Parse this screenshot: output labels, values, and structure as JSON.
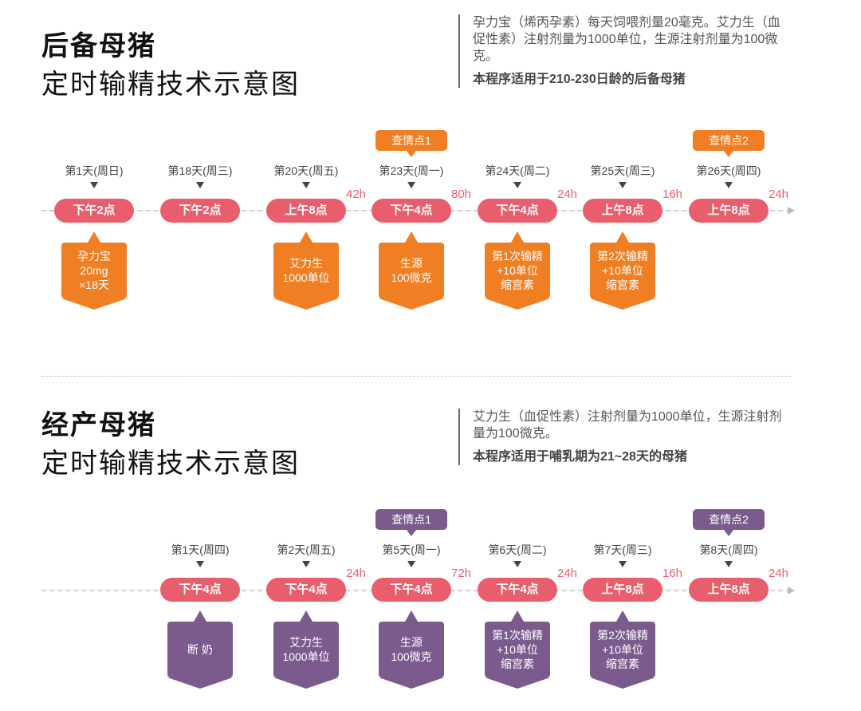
{
  "colors": {
    "pill": "#e95e6c",
    "gilt_accent": "#f07f24",
    "sow_accent": "#7b5b8e",
    "gap_text": "#e95e6c"
  },
  "gilt": {
    "title_main": "后备母猪",
    "title_sub": "定时输精技术示意图",
    "note_desc": "孕力宝（烯丙孕素）每天饲喂剂量20毫克。艾力生（血促性素）注射剂量为1000单位，生源注射剂量为100微克。",
    "note_scope": "本程序适用于210-230日龄的后备母猪",
    "columns": [
      {
        "day": "第1天(周日)",
        "time": "下午2点",
        "tag": "",
        "box": "孕力宝\n20mg\n×18天"
      },
      {
        "day": "第18天(周三)",
        "time": "下午2点",
        "tag": "",
        "box": ""
      },
      {
        "day": "第20天(周五)",
        "time": "上午8点",
        "tag": "",
        "box": "艾力生\n1000单位"
      },
      {
        "day": "第23天(周一)",
        "time": "下午4点",
        "tag": "查情点1",
        "box": "生源\n100微克"
      },
      {
        "day": "第24天(周二)",
        "time": "下午4点",
        "tag": "",
        "box": "第1次输精\n+10单位\n缩宫素"
      },
      {
        "day": "第25天(周三)",
        "time": "上午8点",
        "tag": "",
        "box": "第2次输精\n+10单位\n缩宫素"
      },
      {
        "day": "第26天(周四)",
        "time": "上午8点",
        "tag": "查情点2",
        "box": ""
      }
    ],
    "gaps": [
      "42h",
      "80h",
      "24h",
      "16h",
      "24h"
    ]
  },
  "sow": {
    "title_main": "经产母猪",
    "title_sub": "定时输精技术示意图",
    "note_desc": "艾力生（血促性素）注射剂量为1000单位，生源注射剂量为100微克。",
    "note_scope": "本程序适用于哺乳期为21~28天的母猪",
    "columns": [
      {
        "day": "第1天(周四)",
        "time": "下午4点",
        "tag": "",
        "box": "断 奶"
      },
      {
        "day": "第2天(周五)",
        "time": "下午4点",
        "tag": "",
        "box": "艾力生\n1000单位"
      },
      {
        "day": "第5天(周一)",
        "time": "下午4点",
        "tag": "查情点1",
        "box": "生源\n100微克"
      },
      {
        "day": "第6天(周二)",
        "time": "下午4点",
        "tag": "",
        "box": "第1次输精\n+10单位\n缩宫素"
      },
      {
        "day": "第7天(周三)",
        "time": "上午8点",
        "tag": "",
        "box": "第2次输精\n+10单位\n缩宫素"
      },
      {
        "day": "第8天(周四)",
        "time": "上午8点",
        "tag": "查情点2",
        "box": ""
      }
    ],
    "gaps": [
      "24h",
      "72h",
      "24h",
      "16h",
      "24h"
    ]
  }
}
